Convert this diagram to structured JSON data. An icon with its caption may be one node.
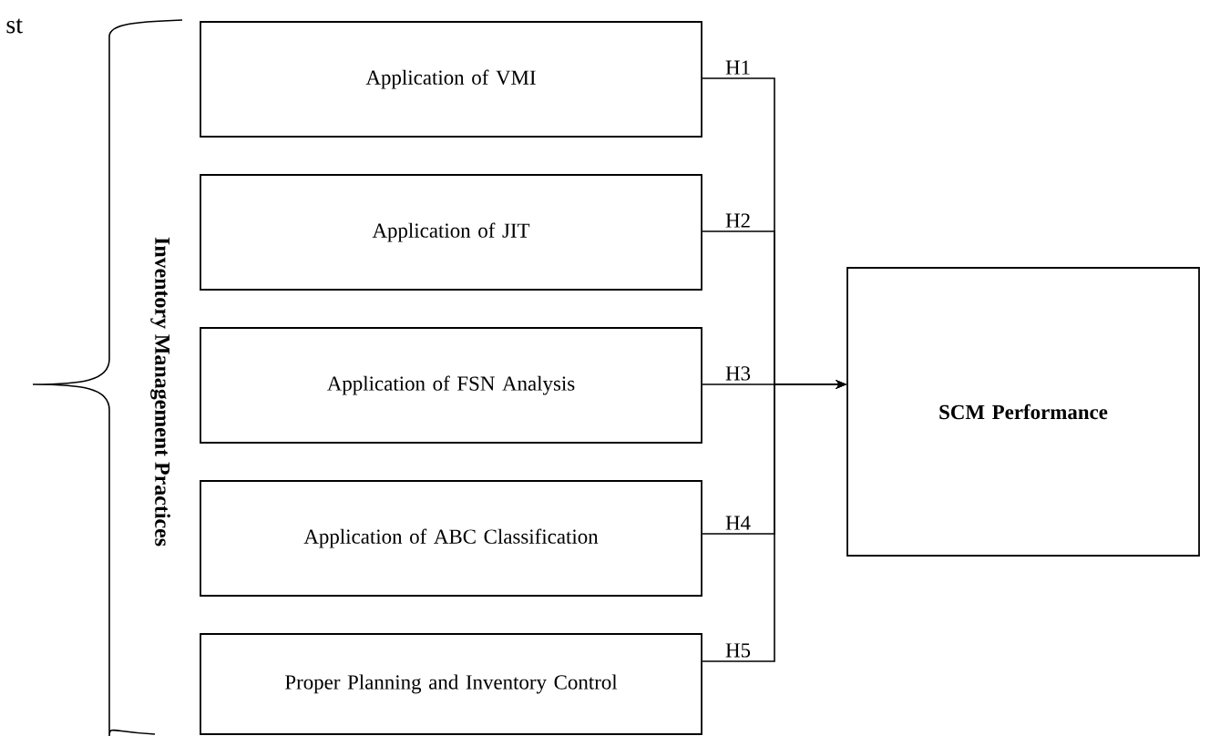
{
  "diagram": {
    "nodes": [
      {
        "text": [
          "Application of VMI"
        ]
      },
      {
        "text": [
          "Application of JIT"
        ]
      },
      {
        "text": [
          "Application of FSN Analysis"
        ]
      },
      {
        "text": [
          "Application of ABC Classification"
        ]
      },
      {
        "text": [
          "Proper Planning and Inventory Control"
        ]
      },
      {
        "text": [
          "**SCM Performance**"
        ]
      }
    ],
    "edges": [
      {
        "from": 0,
        "to": 5,
        "arrow": "to",
        "label": "H1"
      },
      {
        "from": 1,
        "to": 5,
        "arrow": "to",
        "label": "H2"
      },
      {
        "from": 2,
        "to": 5,
        "arrow": "to",
        "label": "H3"
      },
      {
        "from": 3,
        "to": 5,
        "arrow": "to",
        "label": "H4"
      },
      {
        "from": 4,
        "to": 5,
        "arrow": "to",
        "label": "H5"
      }
    ],
    "labels": [
      "st",
      "Inventory Management Practices"
    ]
  }
}
